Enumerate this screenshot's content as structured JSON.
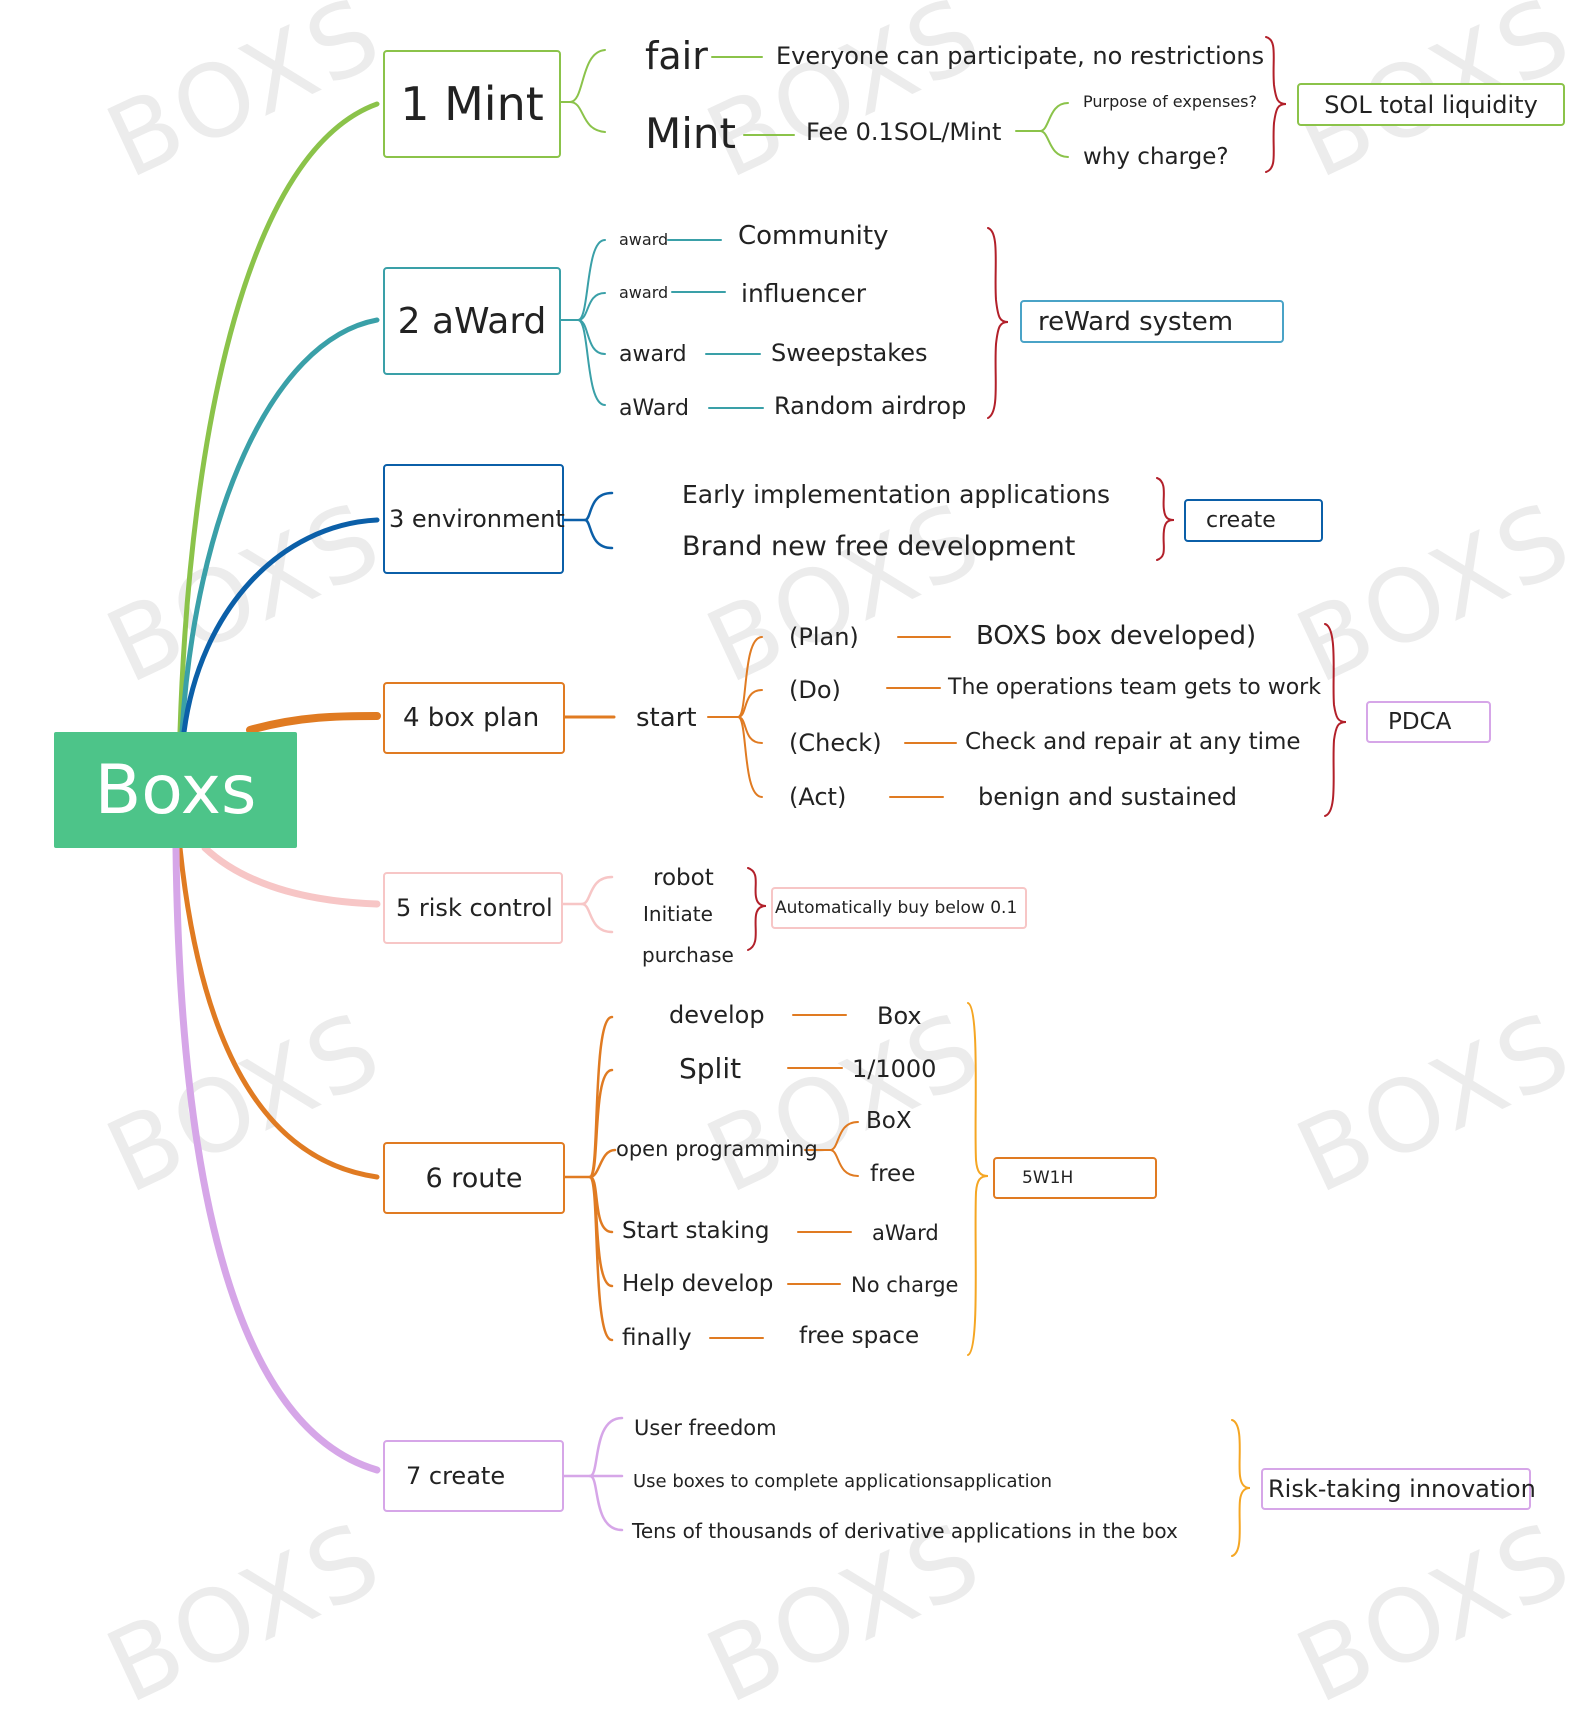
{
  "watermark": "BOXS",
  "root": {
    "label": "Boxs"
  },
  "colors": {
    "green": "#8bc34a",
    "teal": "#3aa0a8",
    "blue": "#0b5fa8",
    "orange": "#e07b22",
    "pink": "#f7c6c6",
    "purple": "#d6a6e8",
    "red": "#b2202a",
    "rootbg": "#4dc489",
    "sysblue": "#4aa3c7"
  },
  "branches": [
    {
      "label": "1 Mint",
      "items": [
        {
          "key": "fair",
          "value": "Everyone  can  participate,  no  restrictions"
        },
        {
          "key": "Mint",
          "value": "Fee  0.1SOL/Mint",
          "sub": [
            "Purpose of expenses?",
            "why  charge?"
          ]
        }
      ],
      "summary": "SOL  total  liquidity"
    },
    {
      "label": "2 aWard",
      "items": [
        {
          "key": "award",
          "value": "Community"
        },
        {
          "key": "award",
          "value": "influencer"
        },
        {
          "key": "award",
          "value": "Sweepstakes"
        },
        {
          "key": "aWard",
          "value": "Random  airdrop"
        }
      ],
      "summary": "reWard  system"
    },
    {
      "label": "3 environment",
      "items": [
        {
          "value": "Early  implementation  applications"
        },
        {
          "value": "Brand  new  free  development"
        }
      ],
      "summary": "create"
    },
    {
      "label": "4 box  plan",
      "connector": "start",
      "items": [
        {
          "key": "(Plan)",
          "value": "BOXS  box  developed)"
        },
        {
          "key": "(Do)",
          "value": "The operations team gets to work"
        },
        {
          "key": "(Check)",
          "value": "Check  and  repair  at  any  time"
        },
        {
          "key": "(Act)",
          "value": "benign  and  sustained"
        }
      ],
      "summary": "PDCA"
    },
    {
      "label": "5 risk  control",
      "items": [
        {
          "value": "robot"
        },
        {
          "value": "Initiate"
        },
        {
          "value": "purchase"
        }
      ],
      "summary": "Automatically  buy  below  0.1"
    },
    {
      "label": "6 route",
      "items": [
        {
          "key": "develop",
          "value": "Box"
        },
        {
          "key": "Split",
          "value": "1/1000"
        },
        {
          "key": "open  programming",
          "sub": [
            "BoX",
            "free"
          ]
        },
        {
          "key": "Start  staking",
          "value": "aWard"
        },
        {
          "key": "Help  develop",
          "value": "No  charge"
        },
        {
          "key": "finally",
          "value": "free  space"
        }
      ],
      "summary": "5W1H"
    },
    {
      "label": "7 create",
      "items": [
        {
          "value": "User  freedom"
        },
        {
          "value": "Use  boxes  to  complete  applicationsapplication"
        },
        {
          "value": "Tens  of  thousands  of  derivative  applications  in  the  box"
        }
      ],
      "summary": "Risk-taking  innovation"
    }
  ]
}
